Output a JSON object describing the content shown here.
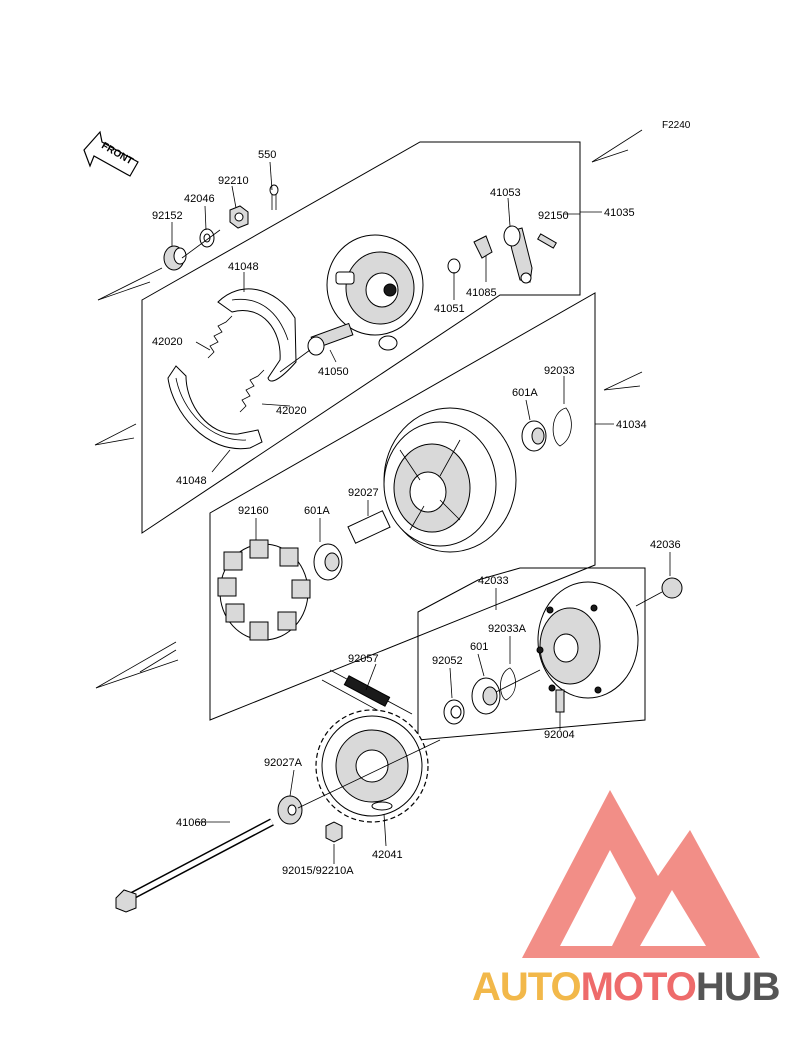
{
  "figure_code": "F2240",
  "front_arrow_label": "FRONT",
  "watermark": {
    "parts": [
      "AUTO",
      "MOTO",
      "HUB"
    ],
    "colors": [
      "#f2b84a",
      "#ee6b6b",
      "#555555"
    ],
    "logo_color": "#f07a72"
  },
  "part_numbers": {
    "p550": "550",
    "p92210": "92210",
    "p42046": "42046",
    "p92152": "92152",
    "p41053": "41053",
    "p92150": "92150",
    "p41035": "41035",
    "p41048a": "41048",
    "p41051": "41051",
    "p41085": "41085",
    "p42020a": "42020",
    "p41050": "41050",
    "p42020b": "42020",
    "p41048b": "41048",
    "p92033": "92033",
    "p601Aa": "601A",
    "p41034": "41034",
    "p92160": "92160",
    "p601Ab": "601A",
    "p92027": "92027",
    "p42036": "42036",
    "p42033": "42033",
    "p92033A": "92033A",
    "p92057": "92057",
    "p601": "601",
    "p92052": "92052",
    "p92004": "92004",
    "p92027A": "92027A",
    "p41068": "41068",
    "p42041": "42041",
    "p92015": "92015/92210A"
  }
}
